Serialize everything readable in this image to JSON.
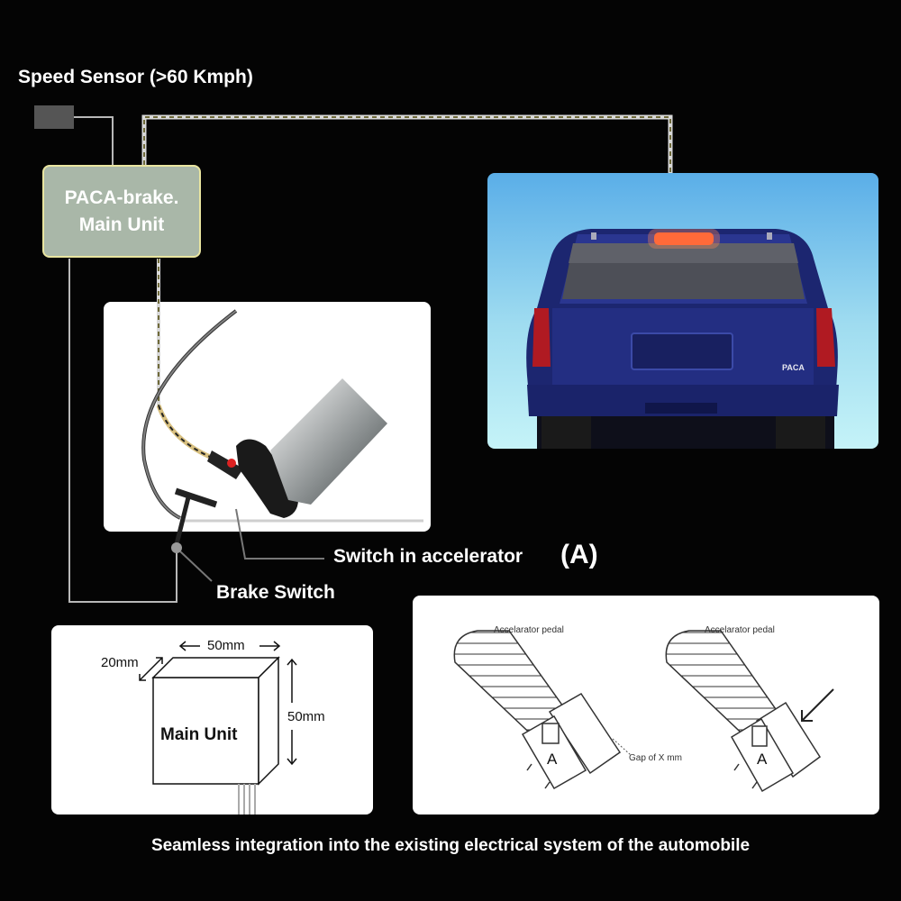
{
  "diagram": {
    "speed_sensor_label": "Speed Sensor (>60 Kmph)",
    "main_unit_line1": "PACA-brake.",
    "main_unit_line2": "Main Unit",
    "accelerator_switch_label": "Switch in accelerator",
    "accelerator_switch_letter": "(A)",
    "brake_switch_label": "Brake Switch",
    "caption": "Seamless integration into the existing electrical system of the automobile"
  },
  "car": {
    "badge": "PACA"
  },
  "dimensions": {
    "width_label": "50mm",
    "depth_label": "20mm",
    "height_label": "50mm",
    "box_label": "Main Unit"
  },
  "pedal_detail": {
    "left_title": "Accelarator pedal",
    "right_title": "Accelarator pedal",
    "gap_label": "Gap of X mm",
    "switch_letter_left": "A",
    "switch_letter_right": "A"
  },
  "colors": {
    "background": "#040404",
    "main_unit_fill": "#a9b7a8",
    "main_unit_border": "#e9e5a0",
    "sky_top": "#5aaee8",
    "sky_bottom": "#c5f3f8",
    "car_body": "#1c2670",
    "brake_light": "#ff5a2a"
  }
}
